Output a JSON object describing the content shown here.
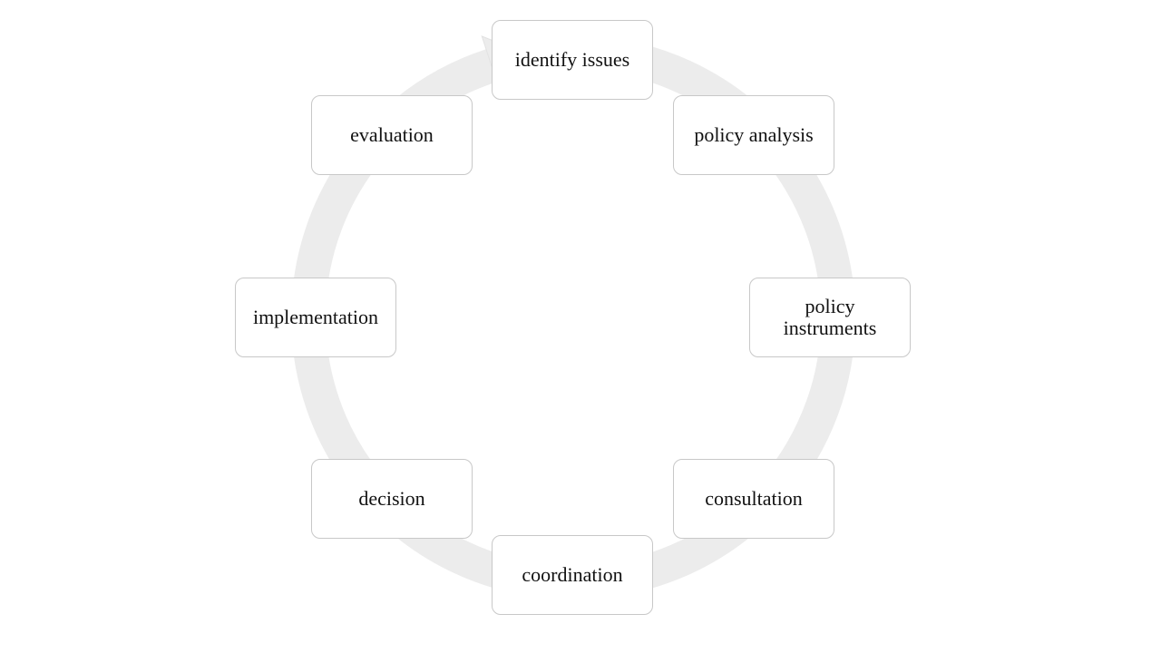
{
  "diagram": {
    "type": "cycle",
    "direction": "clockwise",
    "ring_color": "#ececec",
    "box_border_color": "#c8c8c8",
    "text_color": "#111111",
    "stages": [
      {
        "id": "identify-issues",
        "label": "identify issues"
      },
      {
        "id": "policy-analysis",
        "label": "policy analysis"
      },
      {
        "id": "policy-instruments",
        "label": "policy instruments"
      },
      {
        "id": "consultation",
        "label": "consultation"
      },
      {
        "id": "coordination",
        "label": "coordination"
      },
      {
        "id": "decision",
        "label": "decision"
      },
      {
        "id": "implementation",
        "label": "implementation"
      },
      {
        "id": "evaluation",
        "label": "evaluation"
      }
    ],
    "edges": [
      {
        "from": "identify-issues",
        "to": "policy-analysis"
      },
      {
        "from": "policy-analysis",
        "to": "policy-instruments"
      },
      {
        "from": "policy-instruments",
        "to": "consultation"
      },
      {
        "from": "consultation",
        "to": "coordination"
      },
      {
        "from": "coordination",
        "to": "decision"
      },
      {
        "from": "decision",
        "to": "implementation"
      },
      {
        "from": "implementation",
        "to": "evaluation"
      },
      {
        "from": "evaluation",
        "to": "identify-issues"
      }
    ]
  }
}
